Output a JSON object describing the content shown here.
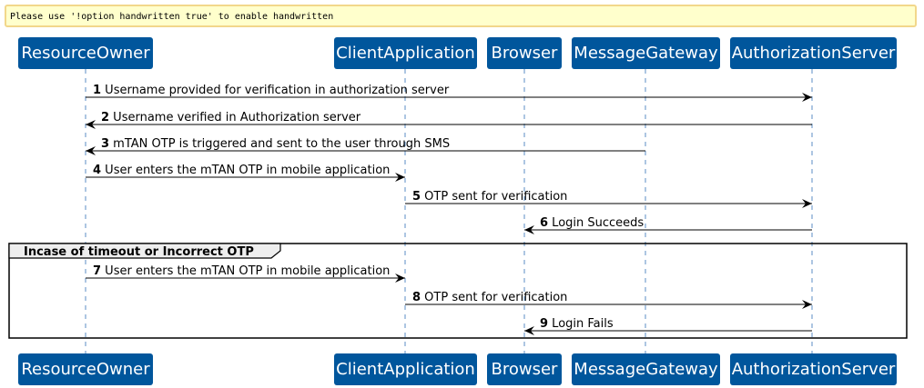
{
  "warning": "Please use '!option handwritten true' to enable handwritten",
  "participants": [
    {
      "id": "ro",
      "name": "ResourceOwner"
    },
    {
      "id": "ca",
      "name": "ClientApplication"
    },
    {
      "id": "br",
      "name": "Browser"
    },
    {
      "id": "mg",
      "name": "MessageGateway"
    },
    {
      "id": "as",
      "name": "AuthorizationServer"
    }
  ],
  "messages": [
    {
      "num": "1",
      "from": "ro",
      "to": "as",
      "text": "Username provided for verification in authorization server"
    },
    {
      "num": "2",
      "from": "as",
      "to": "ro",
      "text": "Username verified in Authorization server"
    },
    {
      "num": "3",
      "from": "mg",
      "to": "ro",
      "text": "mTAN OTP is triggered and sent to the user through SMS"
    },
    {
      "num": "4",
      "from": "ro",
      "to": "ca",
      "text": "User enters the mTAN OTP in mobile application"
    },
    {
      "num": "5",
      "from": "ca",
      "to": "as",
      "text": "OTP sent for verification"
    },
    {
      "num": "6",
      "from": "as",
      "to": "br",
      "text": "Login Succeeds"
    },
    {
      "num": "7",
      "from": "ro",
      "to": "ca",
      "text": "User enters the mTAN OTP in mobile application"
    },
    {
      "num": "8",
      "from": "ca",
      "to": "as",
      "text": "OTP sent for verification"
    },
    {
      "num": "9",
      "from": "as",
      "to": "br",
      "text": "Login Fails"
    }
  ],
  "group": {
    "label": "Incase of timeout or Incorrect OTP"
  },
  "colors": {
    "participant_fill": "#00569c",
    "lifeline": "#5b8ec4",
    "warning_fill": "#ffffcc",
    "warning_border": "#f2d78b"
  }
}
